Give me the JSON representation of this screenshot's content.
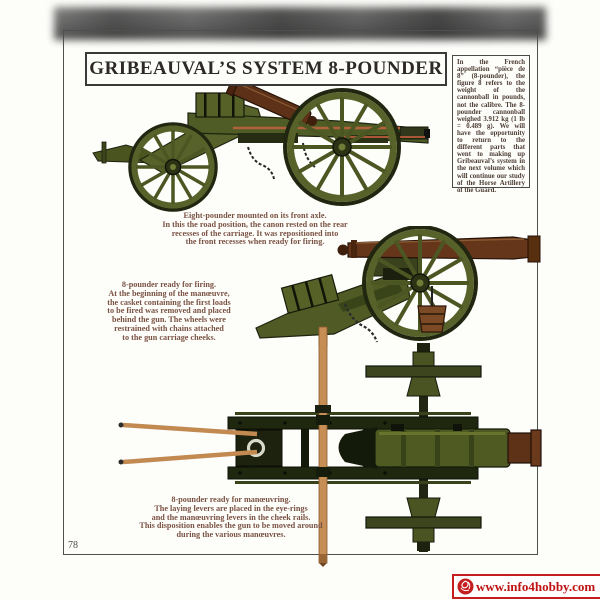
{
  "page": {
    "number": "78",
    "title": "GRIBEAUVAL’S SYSTEM 8-POUNDER"
  },
  "info_box": {
    "text": "In the French appellation “pièce de 8” (8-pounder), the figure 8 refers to the weight of the cannonball in pounds, not the calibre. The 8-pounder cannonball weighed 3.912 kg (1 lb = 0.489 g). We will have the opportunity to return to the different parts that went to making up Gribeauval’s system in the next volume which will continue our study of the Horse Artillery of the Guard."
  },
  "captions": {
    "road_position": "Eight-pounder mounted on its front axle.\nIn this the road position, the canon rested on the rear\nrecesses of the carriage. It was repositioned into\nthe front recesses when ready for firing.",
    "firing_position": "8-pounder ready for firing.\nAt the beginning of the manœuvre,\nthe casket containing the first loads\nto be fired was removed and placed\nbehind the gun. The wheels were\nrestrained with chains attached\nto the gun carriage cheeks.",
    "manoeuvring": "8-pounder ready for manœuvring.\nThe laying levers are placed in the eye-rings\nand the manœuvring levers in the cheek rails.\nThis disposition enables the gun to be moved around\nduring the various manœuvres."
  },
  "watermark": {
    "site": "www.info4hobby.com"
  },
  "colors": {
    "carriage_olive": "#55602a",
    "carriage_dark": "#20270f",
    "barrel_bronze": "#5d3117",
    "wood_tan": "#c68d55",
    "caption_brown": "#7a5243",
    "watermark_red": "#c41e1e"
  }
}
